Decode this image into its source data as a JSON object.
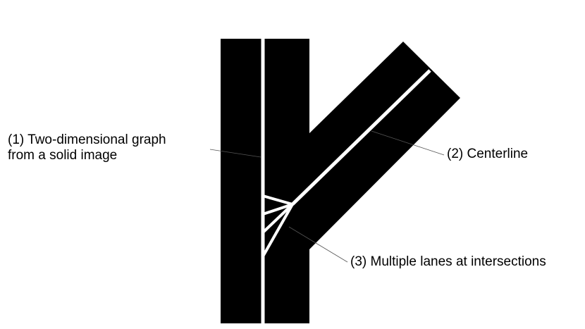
{
  "labels": {
    "solid_graph_line1": "(1) Two-dimensional graph",
    "solid_graph_line2": "from a solid image",
    "centerline": "(2) Centerline",
    "multiple_lanes": "(3) Multiple lanes at intersections"
  },
  "colors": {
    "road": "#000000",
    "centerline": "#ffffff",
    "leader": "#555555",
    "text": "#000000",
    "background": "#ffffff"
  }
}
